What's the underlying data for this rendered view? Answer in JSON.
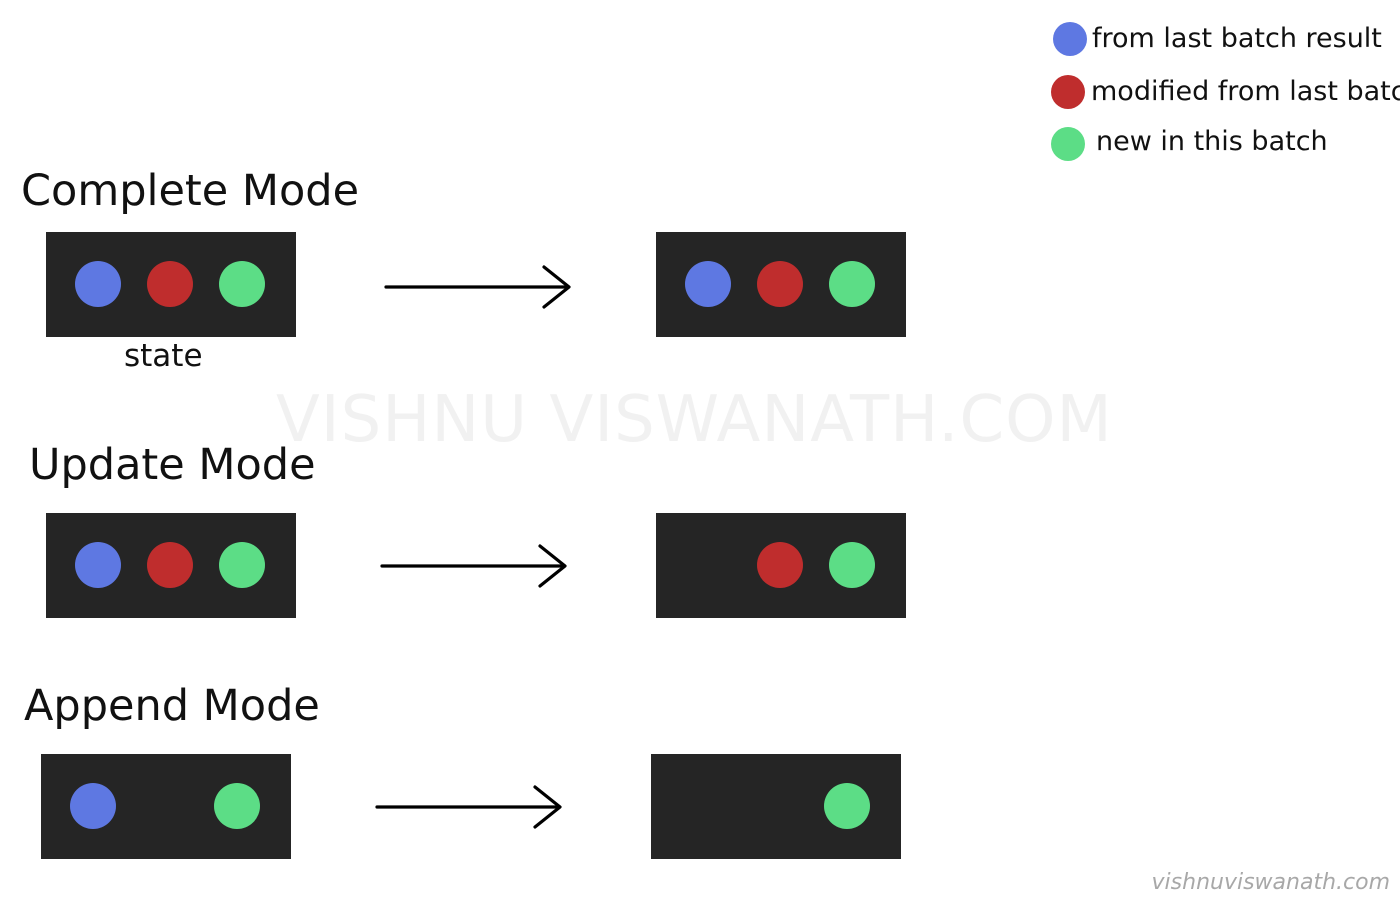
{
  "colors": {
    "from_last_batch": "#5e78e2",
    "modified": "#bf2d2d",
    "new_in_batch": "#5cdd86",
    "box": "#252525"
  },
  "legend": [
    {
      "color_key": "from_last_batch",
      "label": "from last batch result"
    },
    {
      "color_key": "modified",
      "label": "modified from last batch"
    },
    {
      "color_key": "new_in_batch",
      "label": "new in this batch"
    }
  ],
  "modes": [
    {
      "title": "Complete Mode",
      "input": [
        "from_last_batch",
        "modified",
        "new_in_batch"
      ],
      "output": [
        "from_last_batch",
        "modified",
        "new_in_batch"
      ],
      "input_caption": "state"
    },
    {
      "title": "Update Mode",
      "input": [
        "from_last_batch",
        "modified",
        "new_in_batch"
      ],
      "output": [
        null,
        "modified",
        "new_in_batch"
      ],
      "input_caption": ""
    },
    {
      "title": "Append Mode",
      "input": [
        "from_last_batch",
        null,
        "new_in_batch"
      ],
      "output": [
        null,
        null,
        "new_in_batch"
      ],
      "input_caption": ""
    }
  ],
  "watermark": "VISHNU VISWANATH.COM",
  "credit": "vishnuviswanath.com"
}
